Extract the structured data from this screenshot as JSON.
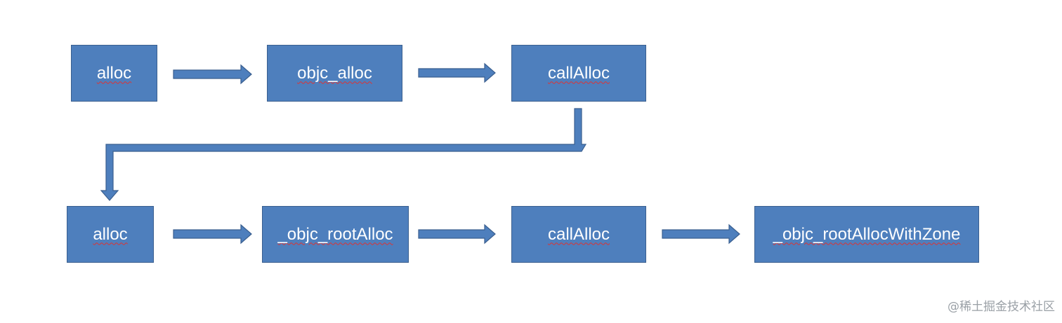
{
  "diagram": {
    "nodes": [
      {
        "id": "b1",
        "label": "alloc"
      },
      {
        "id": "b2",
        "label": "objc_alloc"
      },
      {
        "id": "b3",
        "label": "callAlloc"
      },
      {
        "id": "b4",
        "label": "alloc"
      },
      {
        "id": "b5",
        "label": "_objc_rootAlloc"
      },
      {
        "id": "b6",
        "label": "callAlloc"
      },
      {
        "id": "b7",
        "label": "_objc_rootAllocWithZone"
      }
    ],
    "edges": [
      {
        "from": "b1",
        "to": "b2"
      },
      {
        "from": "b2",
        "to": "b3"
      },
      {
        "from": "b3",
        "to": "b4"
      },
      {
        "from": "b4",
        "to": "b5"
      },
      {
        "from": "b5",
        "to": "b6"
      },
      {
        "from": "b6",
        "to": "b7"
      }
    ],
    "colors": {
      "box_fill": "#4e7fbd",
      "box_border": "#3a5f8f",
      "arrow_fill": "#4e7fbd",
      "arrow_stroke": "#3a5f8f",
      "label": "#ffffff"
    }
  },
  "watermark": "@稀土掘金技术社区"
}
